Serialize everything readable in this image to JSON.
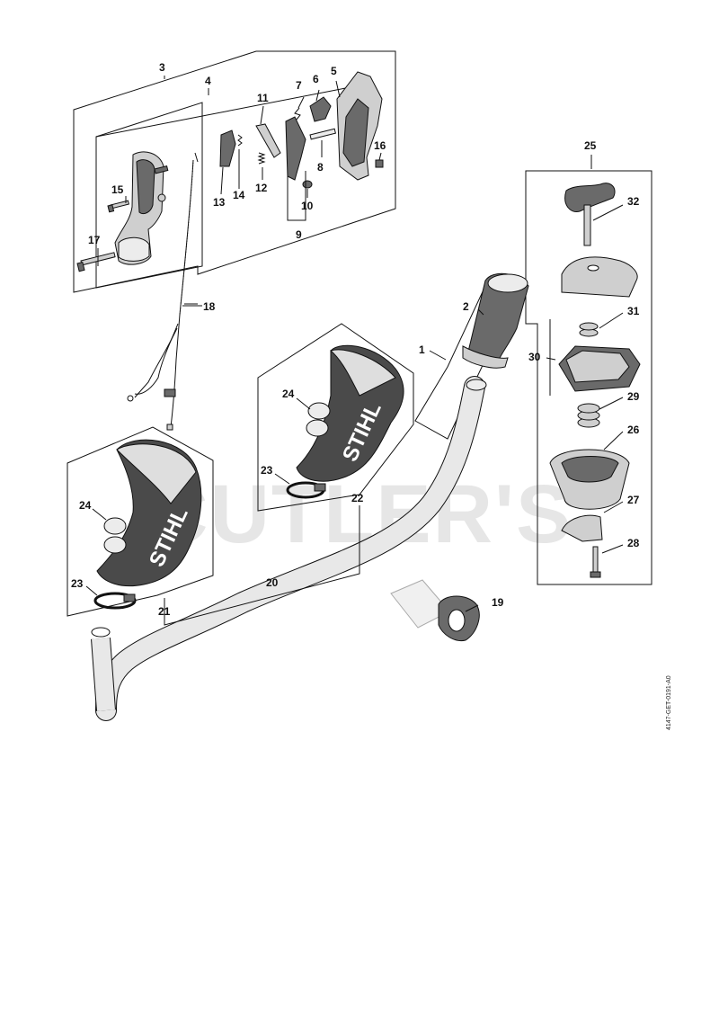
{
  "watermark": "CUTLER'S",
  "drawing_code": "4147-GET-0191-A0",
  "brand_logo": "STIHL",
  "part_numbers": [
    "1",
    "2",
    "3",
    "4",
    "5",
    "6",
    "7",
    "8",
    "9",
    "10",
    "11",
    "12",
    "13",
    "14",
    "15",
    "16",
    "17",
    "18",
    "19",
    "20",
    "21",
    "22",
    "23",
    "24",
    "25",
    "26",
    "27",
    "28",
    "29",
    "30",
    "31",
    "32"
  ],
  "labels": {
    "p1": "1",
    "p2": "2",
    "p3": "3",
    "p4": "4",
    "p5": "5",
    "p6": "6",
    "p7": "7",
    "p8": "8",
    "p9": "9",
    "p10": "10",
    "p11": "11",
    "p12": "12",
    "p13": "13",
    "p14": "14",
    "p15": "15",
    "p16": "16",
    "p17": "17",
    "p18": "18",
    "p19": "19",
    "p20": "20",
    "p21": "21",
    "p22": "22",
    "p23a": "23",
    "p23b": "23",
    "p24a": "24",
    "p24b": "24",
    "p25": "25",
    "p26": "26",
    "p27": "27",
    "p28": "28",
    "p29": "29",
    "p30": "30",
    "p31": "31",
    "p32": "32"
  }
}
